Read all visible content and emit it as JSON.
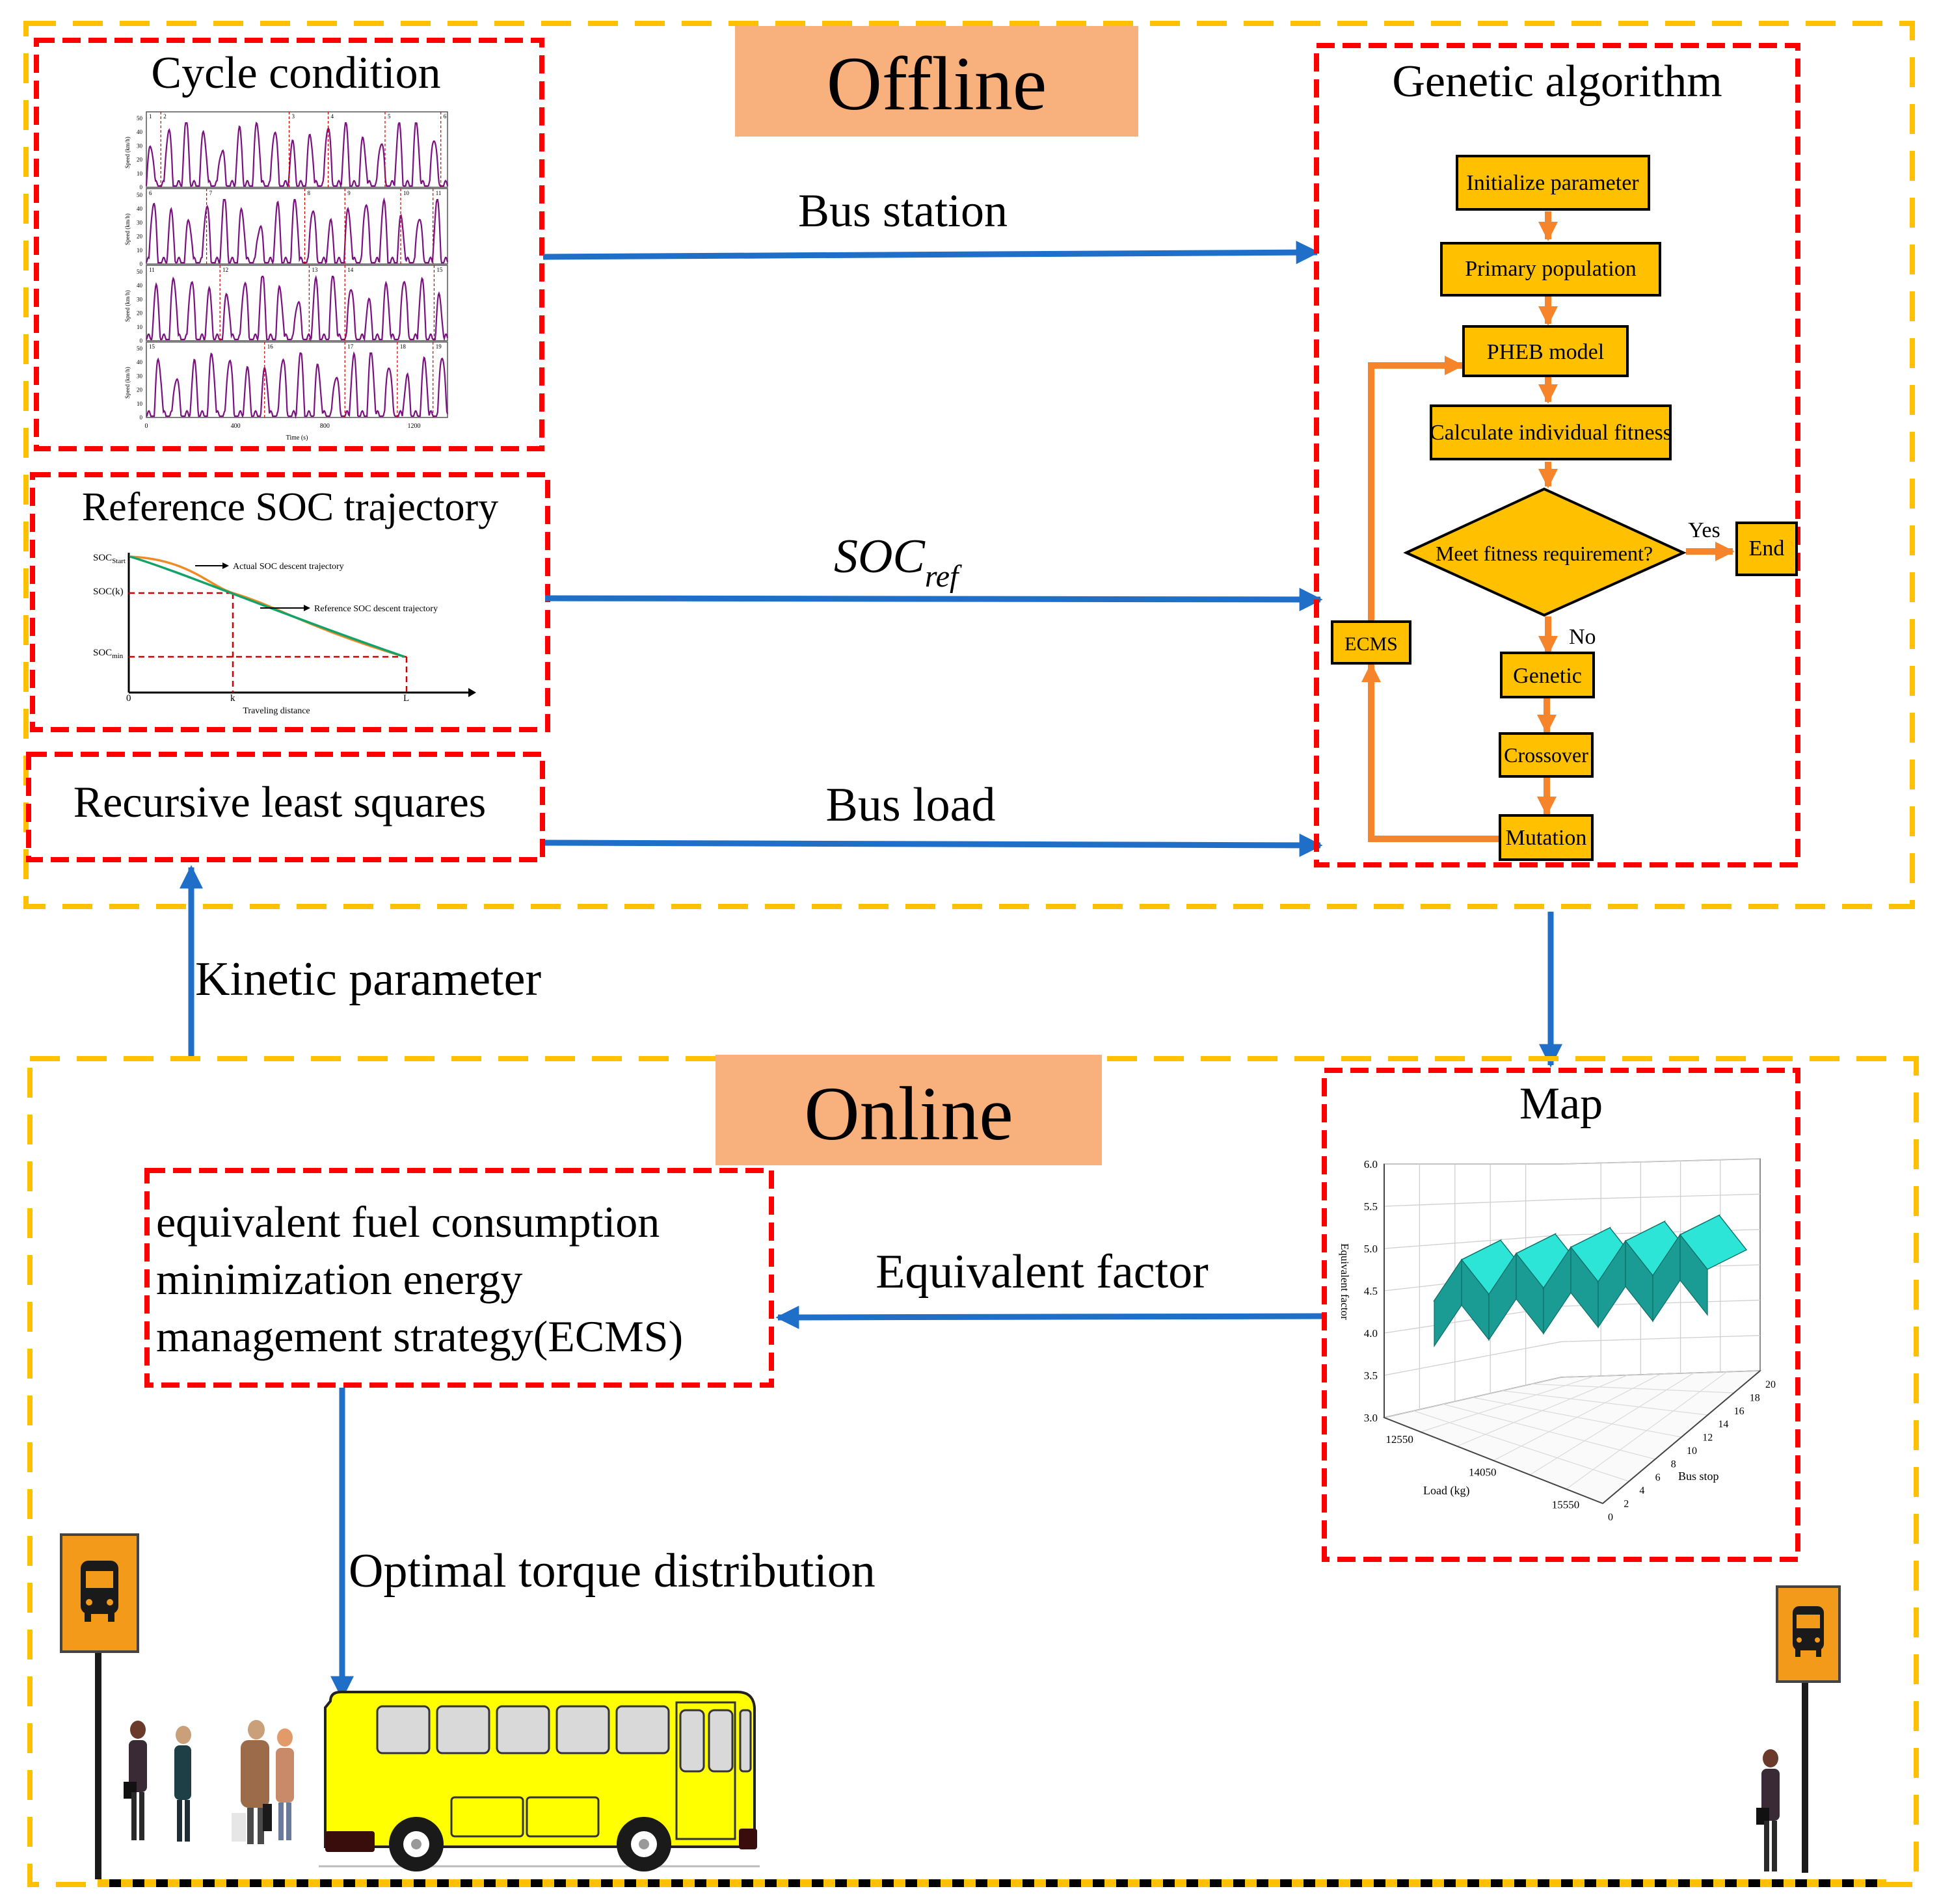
{
  "offline": {
    "title": "Offline",
    "cycle_condition": {
      "title": "Cycle condition",
      "xlabel": "Time (s)",
      "ylabel": "Speed (km/h)",
      "x_ticks": [
        "0",
        "400",
        "800",
        "1200"
      ],
      "y_ticks": [
        "0",
        "10",
        "20",
        "30",
        "40",
        "50"
      ],
      "segment_markers": [
        "1",
        "2",
        "3",
        "4",
        "5",
        "6",
        "6",
        "7",
        "8",
        "9",
        "10",
        "11",
        "11",
        "12",
        "13",
        "14",
        "15",
        "15",
        "16",
        "17",
        "18",
        "19"
      ]
    },
    "soc": {
      "title": "Reference SOC trajectory",
      "y_labels": {
        "start_main": "SOC",
        "start_sub": "Start",
        "k": "SOC(k)",
        "min_main": "SOC",
        "min_sub": "min"
      },
      "x_labels": {
        "zero": "0",
        "k": "k",
        "l": "L"
      },
      "xlabel": "Traveling distance",
      "actual_label": "Actual SOC descent trajectory",
      "reference_label": "Reference SOC descent trajectory"
    },
    "rls": {
      "title": "Recursive least squares"
    },
    "arrows": {
      "bus_station": "Bus station",
      "soc_ref_main": "SOC",
      "soc_ref_sub": "ref",
      "bus_load": "Bus load"
    },
    "genetic": {
      "title": "Genetic algorithm",
      "steps": {
        "init": "Initialize parameter",
        "primary": "Primary population",
        "pheb": "PHEB model",
        "fitness": "Calculate individual fitness",
        "decision": "Meet fitness requirement?",
        "yes": "Yes",
        "end": "End",
        "no": "No",
        "genetic": "Genetic",
        "crossover": "Crossover",
        "mutation": "Mutation",
        "ecms": "ECMS"
      }
    }
  },
  "kinetic_parameter": "Kinetic parameter",
  "online": {
    "title": "Online",
    "ecms_box": {
      "line1": "equivalent fuel consumption",
      "line2": "minimization energy",
      "line3": "management strategy(ECMS)"
    },
    "equivalent_factor": "Equivalent factor",
    "optimal_torque": "Optimal torque distribution",
    "map": {
      "title": "Map",
      "z_label": "Equivalent factor",
      "z_ticks": [
        "6.0",
        "5.5",
        "5.0",
        "4.5",
        "4.0",
        "3.5",
        "3.0"
      ],
      "load_label": "Load (kg)",
      "load_ticks": [
        "12550",
        "14050",
        "15550"
      ],
      "stop_label": "Bus stop",
      "stop_ticks": [
        "0",
        "2",
        "4",
        "6",
        "8",
        "10",
        "12",
        "14",
        "16",
        "18",
        "20"
      ]
    }
  },
  "colors": {
    "frame_yellow": "#FFC000",
    "box_red": "#FF0000",
    "arrow_blue": "#1F6FC8",
    "flow_orange": "#F5842A",
    "flow_box": "#FFC000",
    "title_bg": "#F8B07C",
    "bus_body": "#FFFF00",
    "trace_purple": "#7B1180",
    "map_surface": "#2CE5D6"
  }
}
